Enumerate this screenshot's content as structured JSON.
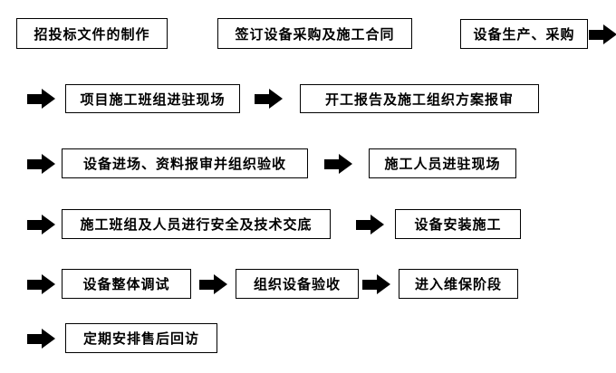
{
  "page": {
    "background": "#ffffff"
  },
  "colors": {
    "box_border": "#000000",
    "box_fill": "#ffffff",
    "text": "#000000",
    "arrow": "#000000"
  },
  "flowchart": {
    "type": "process-flow",
    "rows": [
      {
        "boxes": [
          "招投标文件的制作",
          "签订设备采购及施工合同",
          "设备生产、采购"
        ]
      },
      {
        "boxes": [
          "项目施工班组进驻现场",
          "开工报告及施工组织方案报审"
        ]
      },
      {
        "boxes": [
          "设备进场、资料报审并组织验收",
          "施工人员进驻现场"
        ]
      },
      {
        "boxes": [
          "施工班组及人员进行安全及技术交底",
          "设备安装施工"
        ]
      },
      {
        "boxes": [
          "设备整体调试",
          "组织设备验收",
          "进入维保阶段"
        ]
      },
      {
        "boxes": [
          "定期安排售后回访"
        ]
      }
    ]
  }
}
